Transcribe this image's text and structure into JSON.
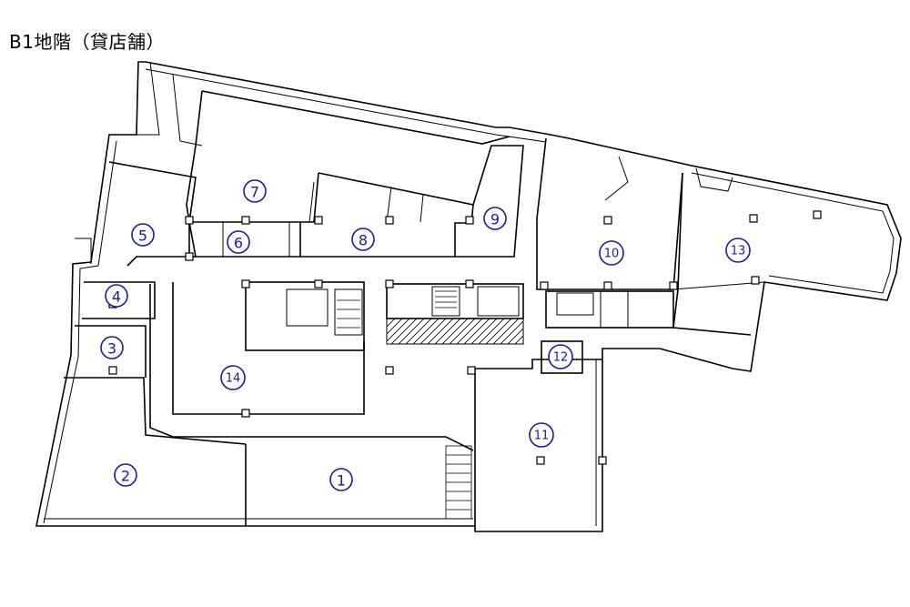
{
  "title": "B1地階（貸店舗）",
  "colors": {
    "wall": "#000000",
    "label": "#1a1aa8",
    "background": "#ffffff"
  },
  "rooms": [
    {
      "id": "1",
      "label": "1"
    },
    {
      "id": "2",
      "label": "2"
    },
    {
      "id": "3",
      "label": "3"
    },
    {
      "id": "4",
      "label": "4"
    },
    {
      "id": "5",
      "label": "5"
    },
    {
      "id": "6",
      "label": "6"
    },
    {
      "id": "7",
      "label": "7"
    },
    {
      "id": "8",
      "label": "8"
    },
    {
      "id": "9",
      "label": "9"
    },
    {
      "id": "10",
      "label": "10"
    },
    {
      "id": "11",
      "label": "11"
    },
    {
      "id": "12",
      "label": "12"
    },
    {
      "id": "13",
      "label": "13"
    },
    {
      "id": "14",
      "label": "14"
    }
  ]
}
